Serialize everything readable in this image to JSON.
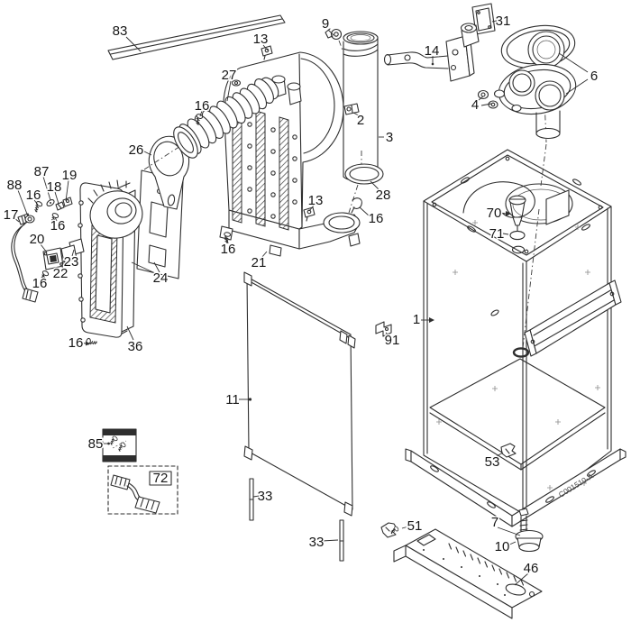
{
  "figure": {
    "type": "exploded-parts-diagram",
    "description": "Black-and-white exploded-view parts diagram of a boiler / furnace assembly with numbered callouts",
    "drawing_code": "C001510-A",
    "colors": {
      "background": "#ffffff",
      "line": "#2e2e2e",
      "label": "#161616"
    }
  },
  "callouts": [
    {
      "label": "83"
    },
    {
      "label": "13"
    },
    {
      "label": "9"
    },
    {
      "label": "27"
    },
    {
      "label": "14"
    },
    {
      "label": "31"
    },
    {
      "label": "6"
    },
    {
      "label": "4"
    },
    {
      "label": "2"
    },
    {
      "label": "3"
    },
    {
      "label": "16"
    },
    {
      "label": "26"
    },
    {
      "label": "28"
    },
    {
      "label": "87"
    },
    {
      "label": "19"
    },
    {
      "label": "18"
    },
    {
      "label": "88"
    },
    {
      "label": "16"
    },
    {
      "label": "17"
    },
    {
      "label": "16"
    },
    {
      "label": "13"
    },
    {
      "label": "16"
    },
    {
      "label": "20"
    },
    {
      "label": "23"
    },
    {
      "label": "22"
    },
    {
      "label": "16"
    },
    {
      "label": "21"
    },
    {
      "label": "16"
    },
    {
      "label": "24"
    },
    {
      "label": "36"
    },
    {
      "label": "16"
    },
    {
      "label": "11"
    },
    {
      "label": "1"
    },
    {
      "label": "91"
    },
    {
      "label": "70"
    },
    {
      "label": "71"
    },
    {
      "label": "85"
    },
    {
      "label": "72"
    },
    {
      "label": "33"
    },
    {
      "label": "33"
    },
    {
      "label": "53"
    },
    {
      "label": "51"
    },
    {
      "label": "7"
    },
    {
      "label": "10"
    },
    {
      "label": "46"
    }
  ]
}
